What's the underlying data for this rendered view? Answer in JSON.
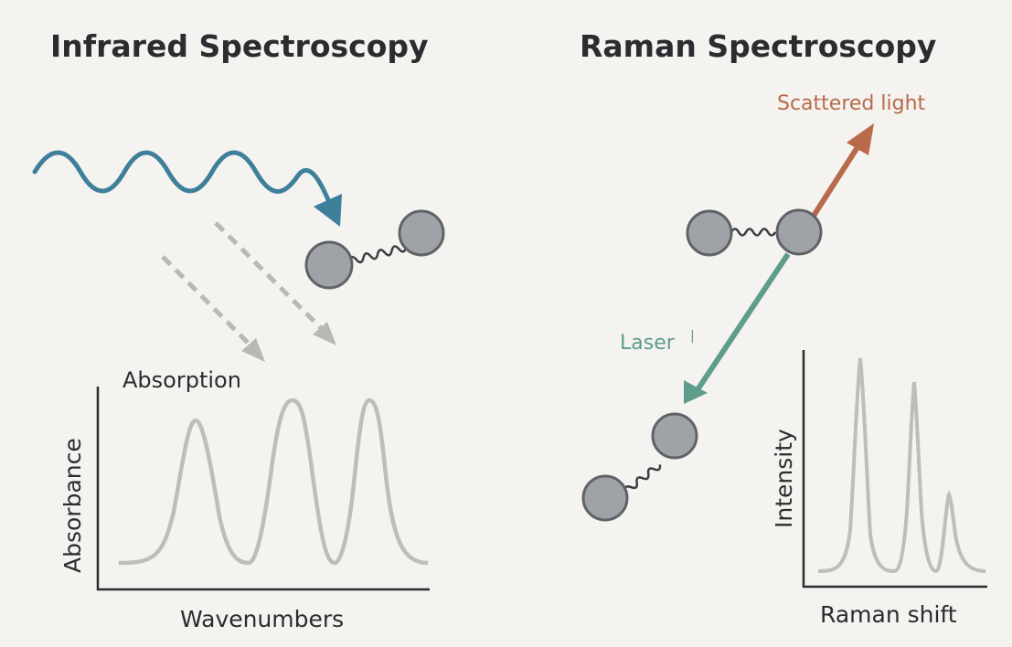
{
  "infrared": {
    "title": "Infrared Spectroscopy",
    "peak_label": "Absorption",
    "y_axis_label": "Absorbance",
    "x_axis_label": "Wavenumbers"
  },
  "raman": {
    "title": "Raman Spectroscopy",
    "scattered_label": "Scattered light",
    "laser_label": "Laser",
    "y_axis_label": "Intensity",
    "x_axis_label": "Raman shift"
  },
  "colors": {
    "background": "#f4f3ef",
    "wave": "#3e7f9c",
    "scattered": "#b86a4a",
    "laser": "#5e9c8c",
    "dashed_arrows": "#b8b8b4",
    "atom_fill": "#9fa3a8",
    "atom_stroke": "#5f6368",
    "spectrum": "#bdbdbb",
    "axis": "#2a2c30"
  }
}
